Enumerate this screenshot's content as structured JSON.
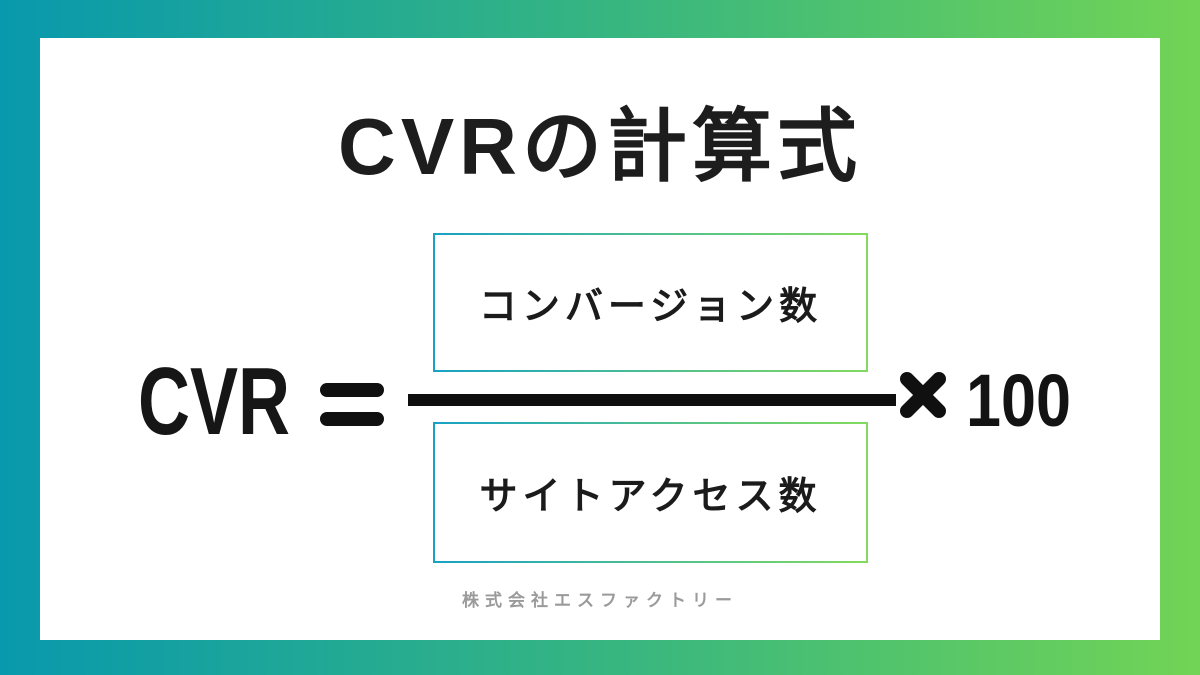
{
  "title": "CVRの計算式",
  "formula": {
    "lhs": "CVR",
    "equals_symbol": "=",
    "numerator": "コンバージョン数",
    "denominator": "サイトアクセス数",
    "times_symbol": "×",
    "multiplier": "100"
  },
  "footer": "株式会社エスファクトリー",
  "icons": {
    "equals": "equals-sign",
    "times": "multiply-icon"
  },
  "colors": {
    "frame_gradient_start": "#0899ad",
    "frame_gradient_end": "#72d455",
    "box_border_gradient_start": "#18a2c4",
    "box_border_gradient_end": "#83da5f",
    "panel_background": "#ffffff",
    "text": "#1b1b1b",
    "fraction_bar": "#0e0e0e",
    "footer_text": "#9a9a9a"
  }
}
